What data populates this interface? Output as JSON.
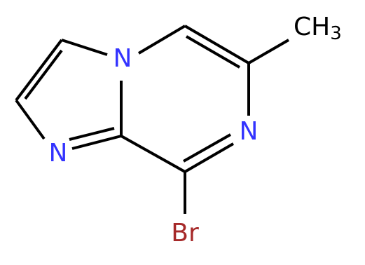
{
  "molecule": {
    "atoms": [
      {
        "id": "N4",
        "element": "N",
        "label": "N",
        "color": "#3333ff"
      },
      {
        "id": "N1",
        "element": "N",
        "label": "N",
        "color": "#3333ff"
      },
      {
        "id": "N7",
        "element": "N",
        "label": "N",
        "color": "#3333ff"
      },
      {
        "id": "Br",
        "element": "Br",
        "label": "Br",
        "color": "#a62929"
      },
      {
        "id": "Me",
        "element": "C",
        "label": "CH",
        "subscript": "3",
        "color": "#000000"
      }
    ],
    "bond_color": "#000000"
  }
}
